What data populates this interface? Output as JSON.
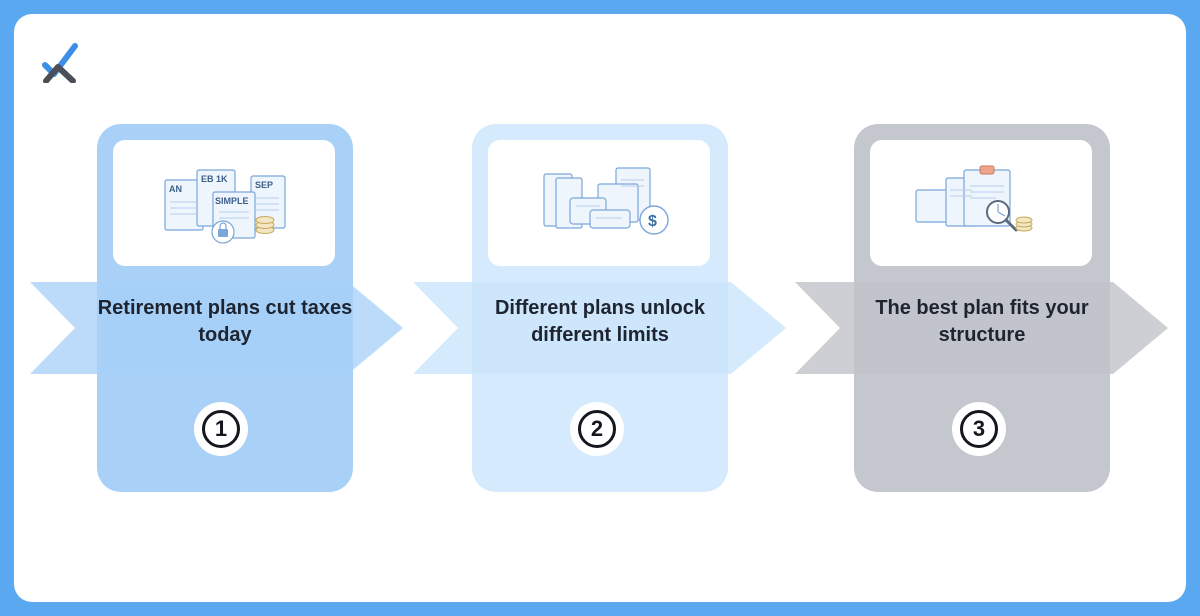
{
  "steps": [
    {
      "number": "1",
      "title": "Retirement plans cut taxes today",
      "doc_labels": [
        "AN",
        "EB 1K",
        "SEP",
        "SIMPLE"
      ],
      "accent": "#a9d1f8",
      "arrow_color": "#a6cff8"
    },
    {
      "number": "2",
      "title": "Different plans unlock different limits",
      "doc_labels": [
        "$"
      ],
      "accent": "#d5eafc",
      "arrow_color": "#cbe5fb"
    },
    {
      "number": "3",
      "title": "The best plan fits your structure",
      "doc_labels": [],
      "accent": "#c4c7ce",
      "arrow_color": "#c0c3ca"
    }
  ],
  "colors": {
    "background": "#5aa9f0",
    "card": "#ffffff",
    "text": "#1e2430",
    "logo_blue": "#3b8fe6",
    "logo_dark": "#4a4f59"
  },
  "icons": [
    "logo-icon",
    "documents-icon",
    "coins-icon",
    "lock-bag-icon",
    "cards-icon",
    "money-bag-icon",
    "clipboard-icon",
    "magnifier-icon"
  ]
}
